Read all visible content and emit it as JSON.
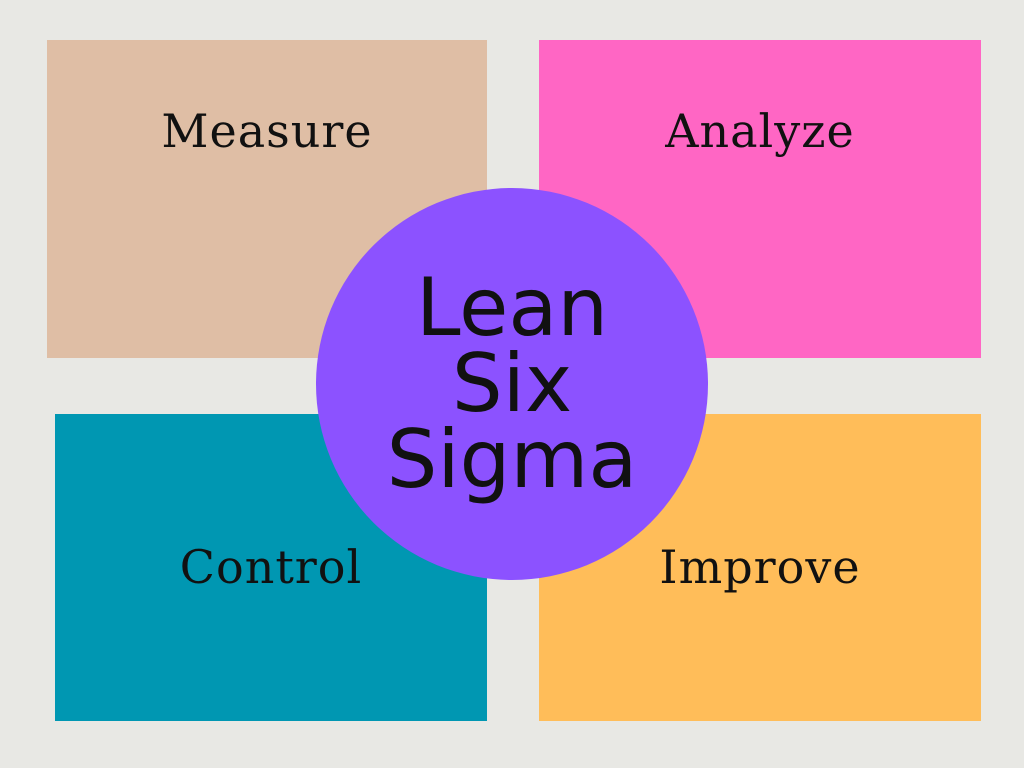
{
  "quadrants": {
    "measure": {
      "label": "Measure",
      "color": "#dfbea5"
    },
    "analyze": {
      "label": "Analyze",
      "color": "#ff66c4"
    },
    "control": {
      "label": "Control",
      "color": "#0097b2"
    },
    "improve": {
      "label": "Improve",
      "color": "#ffbd59"
    }
  },
  "center": {
    "lines": [
      "Lean",
      "Six",
      "Sigma"
    ],
    "color": "#8c52ff"
  },
  "background_color": "#e8e8e4"
}
